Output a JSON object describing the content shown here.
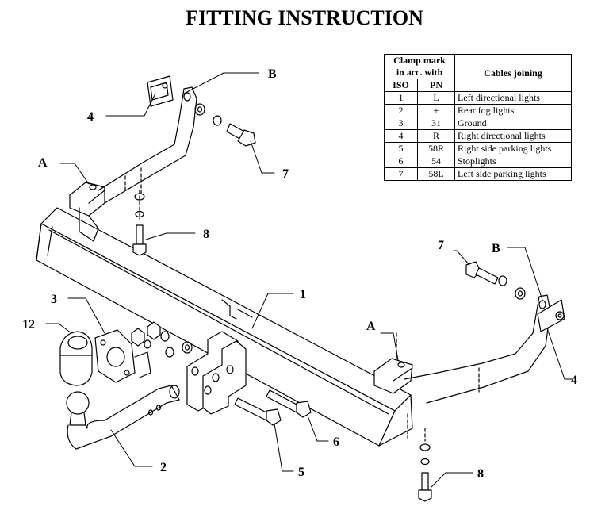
{
  "title": "FITTING INSTRUCTION",
  "table": {
    "header_group": "Clamp mark in acc. with",
    "header_iso": "ISO",
    "header_pn": "PN",
    "header_cables": "Cables joining",
    "rows": [
      {
        "iso": "1",
        "pn": "L",
        "cable": "Left directional lights"
      },
      {
        "iso": "2",
        "pn": "+",
        "cable": "Rear fog lights"
      },
      {
        "iso": "3",
        "pn": "31",
        "cable": "Ground"
      },
      {
        "iso": "4",
        "pn": "R",
        "cable": "Right directional lights"
      },
      {
        "iso": "5",
        "pn": "58R",
        "cable": "Right side parking lights"
      },
      {
        "iso": "6",
        "pn": "54",
        "cable": "Stoplights"
      },
      {
        "iso": "7",
        "pn": "58L",
        "cable": "Left side parking lights"
      }
    ]
  },
  "callouts": {
    "A_left": "A",
    "B_left": "B",
    "n4_left": "4",
    "n7_left": "7",
    "n8_left": "8",
    "n1": "1",
    "n3": "3",
    "n12": "12",
    "n2": "2",
    "n5": "5",
    "n6": "6",
    "A_right": "A",
    "B_right": "B",
    "n7_right": "7",
    "n4_right": "4",
    "n8_right": "8"
  }
}
